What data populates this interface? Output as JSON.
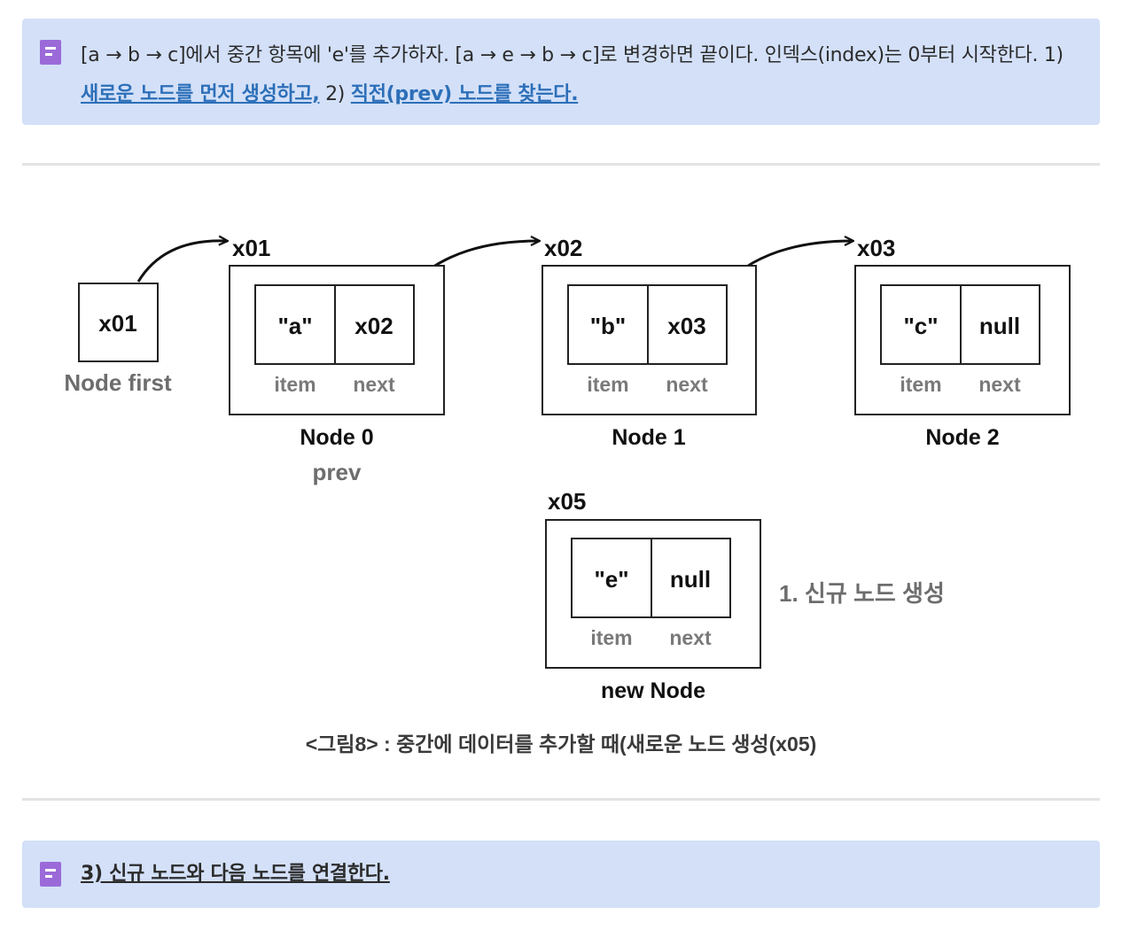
{
  "top_callout": {
    "text_before": "[a → b → c]에서 중간 항목에 'e'를 추가하자. [a → e → b → c]로 변경하면 끝이다. 인덱스(index)는 0부터 시작한다. 1) ",
    "link1": "새로운 노드를 먼저 생성하고,",
    "text_mid": " 2) ",
    "link2": "직전(prev) 노드를 찾는다."
  },
  "diagram": {
    "first": {
      "value": "x01",
      "label": "Node first"
    },
    "nodes": [
      {
        "addr": "x01",
        "item": "\"a\"",
        "next": "x02",
        "name": "Node 0",
        "extra": "prev"
      },
      {
        "addr": "x02",
        "item": "\"b\"",
        "next": "x03",
        "name": "Node 1"
      },
      {
        "addr": "x03",
        "item": "\"c\"",
        "next": "null",
        "name": "Node 2"
      }
    ],
    "new_node": {
      "addr": "x05",
      "item": "\"e\"",
      "next": "null",
      "name": "new Node"
    },
    "field_item": "item",
    "field_next": "next",
    "step_note": "1. 신규 노드 생성",
    "caption": "<그림8> : 중간에 데이터를 추가할 때(새로운 노드 생성(x05)"
  },
  "bottom_callout": {
    "text": "3) 신규 노드와 다음 노드를 연결한다."
  },
  "colors": {
    "callout_bg": "#d3e0f8",
    "callout_icon": "#9b6ad9",
    "link": "#2c6fb8"
  }
}
